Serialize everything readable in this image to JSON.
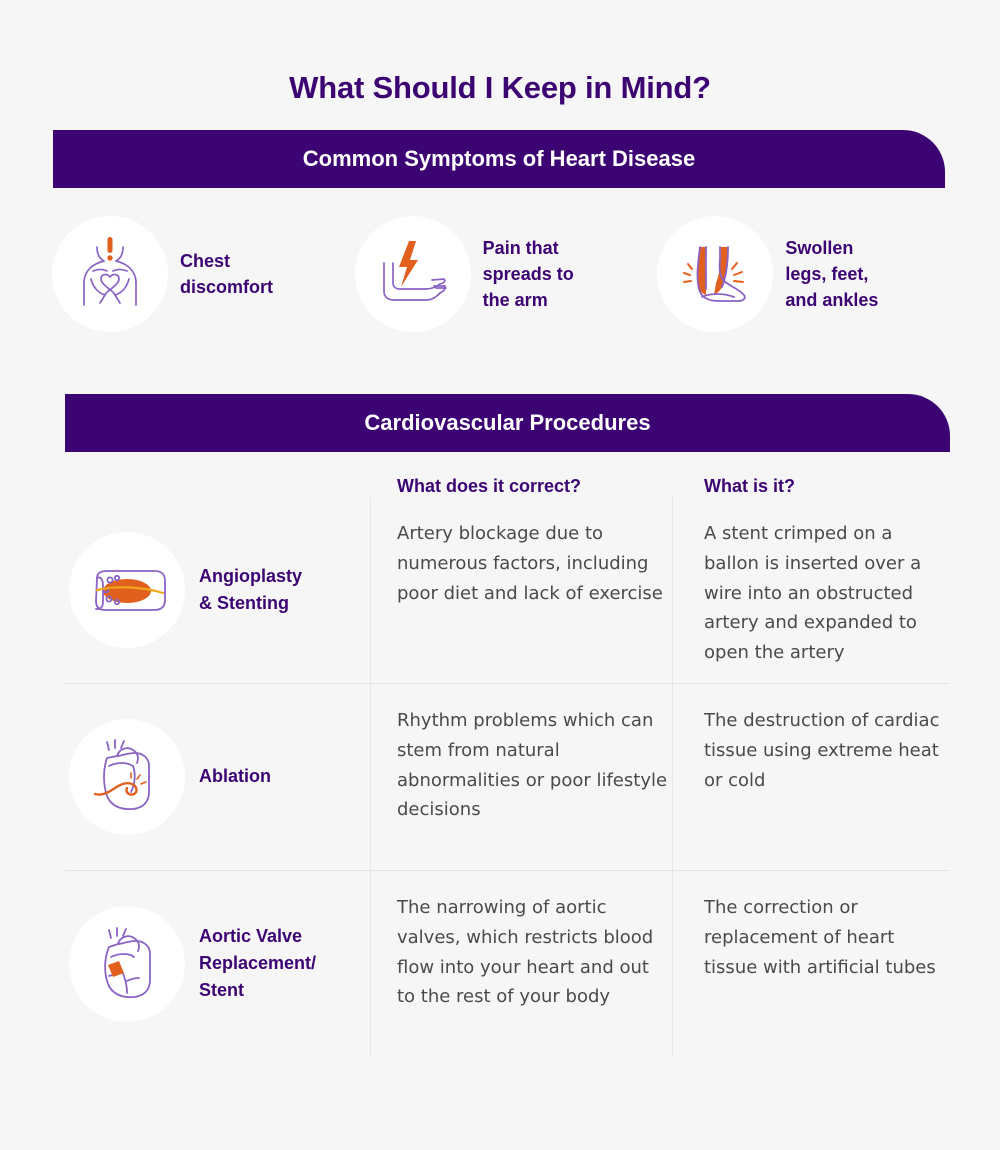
{
  "title": "What Should I Keep in Mind?",
  "colors": {
    "purple": "#3c0473",
    "orange": "#e2601e",
    "background": "#f6f6f6",
    "body_text": "#4a4a4a",
    "divider": "#e4e4e6"
  },
  "symptoms_section": {
    "banner": "Common Symptoms of Heart Disease",
    "items": [
      {
        "icon": "chest-discomfort-icon",
        "label": "Chest\ndiscomfort"
      },
      {
        "icon": "arm-pain-icon",
        "label": "Pain that\nspreads to\nthe arm"
      },
      {
        "icon": "swollen-foot-icon",
        "label": "Swollen\nlegs, feet,\nand ankles"
      }
    ]
  },
  "procedures_section": {
    "banner": "Cardiovascular Procedures",
    "columns": {
      "icon": "",
      "correct": "What does it correct?",
      "what": "What is it?"
    },
    "rows": [
      {
        "icon": "artery-stent-icon",
        "name": "Angioplasty\n& Stenting",
        "corrects": "Artery blockage due to numerous factors, including poor diet and lack of exercise",
        "what": "A stent crimped on a ballon is inserted over a wire into an obstructed artery and expanded to open the artery"
      },
      {
        "icon": "heart-catheter-icon",
        "name": "Ablation",
        "corrects": "Rhythm problems which can stem from natural abnormalities or poor lifestyle decisions",
        "what": "The destruction of cardiac tissue using extreme heat or cold"
      },
      {
        "icon": "heart-valve-icon",
        "name": "Aortic Valve\nReplacement/\nStent",
        "corrects": "The narrowing of aortic valves, which restricts blood flow into your heart and out to the rest of your body",
        "what": "The correction or replacement of heart tissue with artificial tubes"
      }
    ]
  }
}
